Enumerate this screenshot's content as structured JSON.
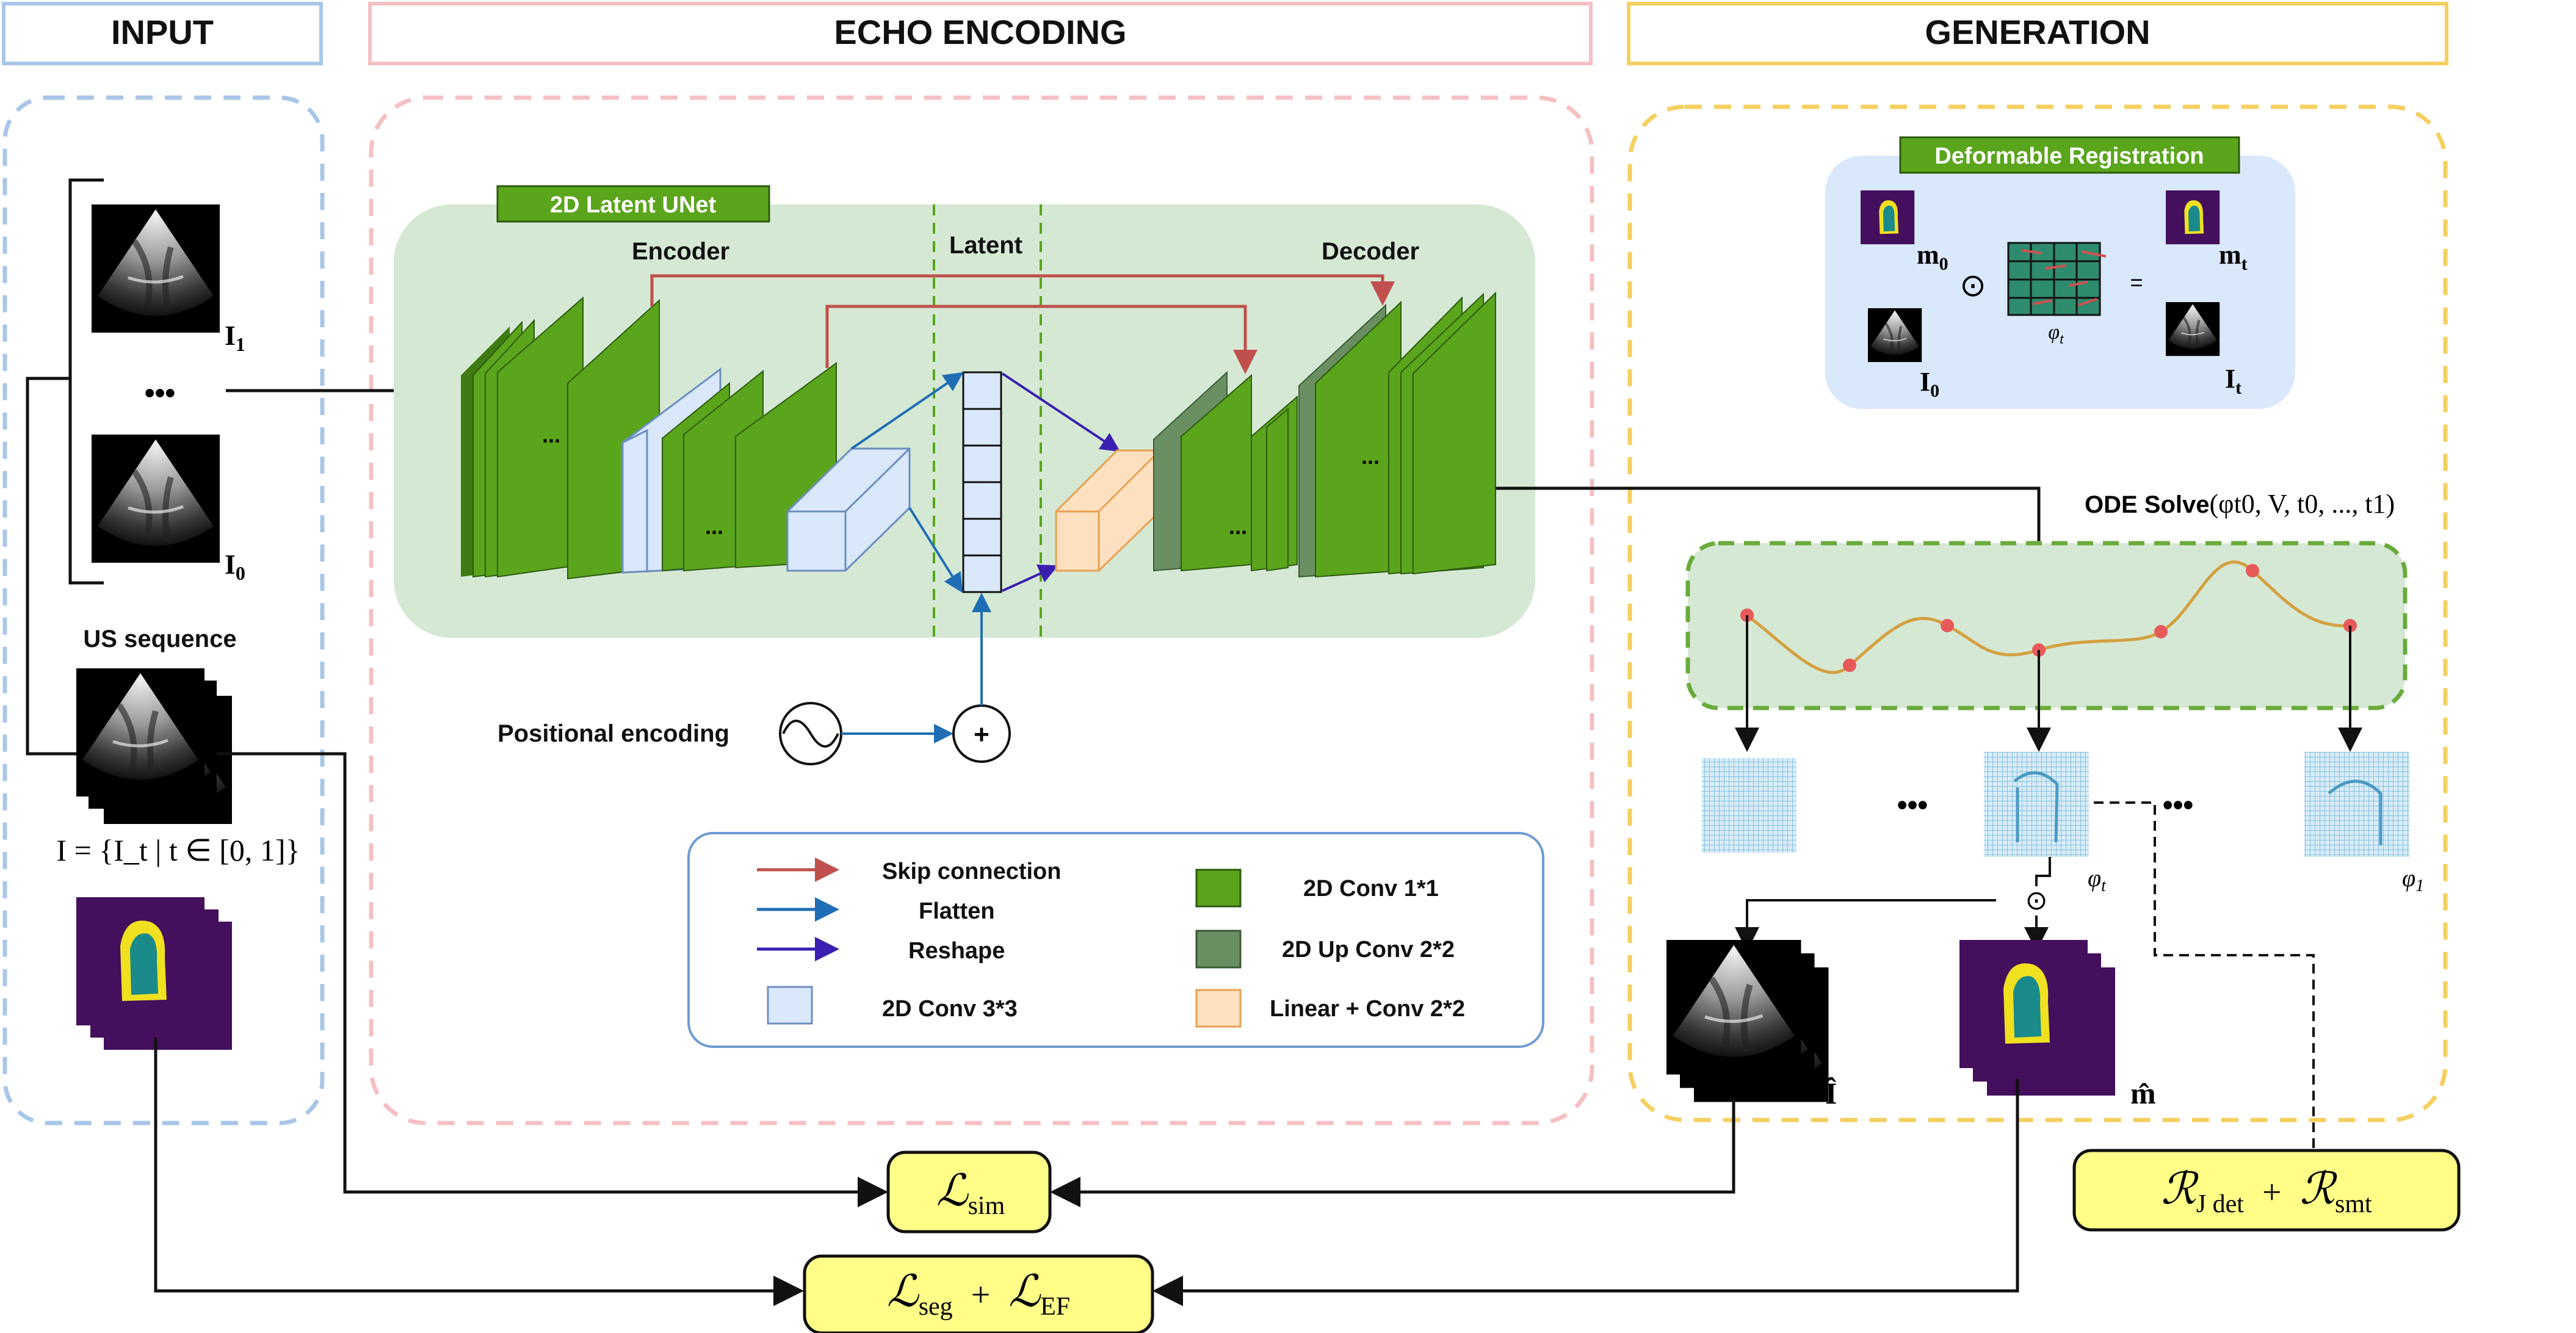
{
  "sections": {
    "input": "INPUT",
    "echo_encoding": "ECHO ENCODING",
    "generation": "GENERATION"
  },
  "input": {
    "frame_first": "I",
    "frame_first_sub": "1",
    "frame_last": "I",
    "frame_last_sub": "0",
    "ellipsis": "•••",
    "us_sequence_label": "US sequence",
    "set_formula": "I = {I_t | t ∈ [0, 1]}"
  },
  "unet": {
    "title": "2D Latent UNet",
    "encoder_label": "Encoder",
    "latent_label": "Latent",
    "decoder_label": "Decoder",
    "dots": "...",
    "positional_label": "Positional encoding",
    "plus": "+"
  },
  "legend": {
    "skip": "Skip connection",
    "flatten": "Flatten",
    "reshape": "Reshape",
    "conv33": "2D Conv 3*3",
    "conv11": "2D Conv 1*1",
    "upconv": "2D Up Conv 2*2",
    "linear": "Linear + Conv 2*2"
  },
  "generation": {
    "registration_title": "Deformable Registration",
    "m0": "m",
    "m0_sub": "0",
    "mt": "m",
    "mt_sub": "t",
    "I0": "I",
    "I0_sub": "0",
    "It": "I",
    "It_sub": "t",
    "phi_t": "φ",
    "phi_t_sub": "t",
    "odot": "⊙",
    "equals": "=",
    "ode_label": "ODE Solve",
    "ode_args": "(φt0, V, t0, ..., t1)",
    "ellipsis": "•••",
    "phi1": "φ",
    "phi1_sub": "1",
    "I_hat": "Î",
    "m_hat": "m̂"
  },
  "losses": {
    "sim": "ℒ",
    "sim_sub": "sim",
    "seg": "ℒ",
    "seg_sub": "seg",
    "plus": "+",
    "ef": "ℒ",
    "ef_sub": "EF",
    "jdet": "ℛ",
    "jdet_sub": "J det",
    "smt": "ℛ",
    "smt_sub": "smt"
  },
  "colors": {
    "input_blue": "#a8c6e8",
    "encoding_pink": "#f4c0c4",
    "generation_yellow": "#f5d060",
    "unet_bg": "#d5e8d4",
    "conv_green": "#5aa51c",
    "upconv_green": "#6a8f62",
    "conv33_blue": "#dae8fc",
    "linear_peach": "#fde0c0",
    "skip_red": "#c0504d",
    "flatten_blue": "#1f6eb5",
    "reshape_indigo": "#3a1fb0",
    "loss_yellow": "#ffff88",
    "curve_orange": "#d4a040",
    "point_red": "#e85a5a"
  }
}
